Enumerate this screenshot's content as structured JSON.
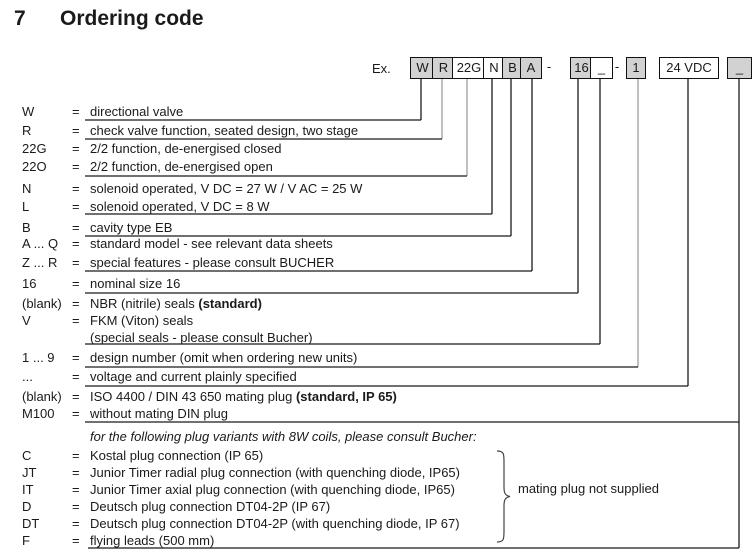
{
  "title": {
    "number": "7",
    "text": "Ordering code"
  },
  "example": {
    "label": "Ex.",
    "separator": "-",
    "boxes": [
      {
        "id": "w",
        "text": "W",
        "shaded": true
      },
      {
        "id": "r",
        "text": "R",
        "shaded": true
      },
      {
        "id": "22g",
        "text": "22G",
        "shaded": false
      },
      {
        "id": "n",
        "text": "N",
        "shaded": false
      },
      {
        "id": "b",
        "text": "B",
        "shaded": true
      },
      {
        "id": "a",
        "text": "A",
        "shaded": true
      },
      {
        "id": "16",
        "text": "16",
        "shaded": true
      },
      {
        "id": "seals-blank",
        "text": "_",
        "shaded": false
      },
      {
        "id": "1",
        "text": "1",
        "shaded": true
      },
      {
        "id": "24vdc",
        "text": "24 VDC",
        "shaded": false
      },
      {
        "id": "plug-blank",
        "text": "_",
        "shaded": true
      }
    ]
  },
  "eq": "=",
  "legend_rows": [
    {
      "code": "W",
      "desc": [
        {
          "t": "directional valve"
        }
      ]
    },
    {
      "code": "R",
      "desc": [
        {
          "t": "check valve function, seated design, two stage"
        }
      ]
    },
    {
      "code": "22G",
      "desc": [
        {
          "t": "2/2 function, de-energised closed"
        }
      ]
    },
    {
      "code": "22O",
      "desc": [
        {
          "t": "2/2 function, de-energised open"
        }
      ]
    },
    {
      "code": "N",
      "desc": [
        {
          "t": "solenoid operated, V DC = 27 W / V AC = 25 W"
        }
      ]
    },
    {
      "code": "L",
      "desc": [
        {
          "t": "solenoid operated, V DC = 8 W"
        }
      ]
    },
    {
      "code": "B",
      "desc": [
        {
          "t": "cavity type EB"
        }
      ]
    },
    {
      "code": "A ... Q",
      "desc": [
        {
          "t": "standard model - see relevant data sheets"
        }
      ]
    },
    {
      "code": "Z ... R",
      "desc": [
        {
          "t": "special features - please consult BUCHER"
        }
      ]
    },
    {
      "code": "16",
      "desc": [
        {
          "t": "nominal size 16"
        }
      ]
    },
    {
      "code": "(blank)",
      "desc": [
        {
          "t": "NBR (nitrile) seals "
        },
        {
          "t": "(standard)",
          "b": true
        }
      ]
    },
    {
      "code": "V",
      "desc": [
        {
          "t": "FKM (Viton) seals"
        }
      ]
    },
    {
      "code": null,
      "desc": [
        {
          "t": "(special seals - please consult Bucher)"
        }
      ]
    },
    {
      "code": "1 ... 9",
      "desc": [
        {
          "t": "design number (omit when ordering new units)"
        }
      ]
    },
    {
      "code": "...",
      "desc": [
        {
          "t": "voltage and current plainly specified"
        }
      ]
    },
    {
      "code": "(blank)",
      "desc": [
        {
          "t": "ISO 4400 / DIN 43 650 mating plug "
        },
        {
          "t": "(standard, IP 65)",
          "b": true
        }
      ]
    },
    {
      "code": "M100",
      "desc": [
        {
          "t": "without mating DIN plug"
        }
      ]
    }
  ],
  "plug_note": {
    "intro": "for the following plug variants with 8W coils, please consult Bucher:",
    "rows": [
      {
        "code": "C",
        "desc": [
          {
            "t": "Kostal plug connection (IP 65)"
          }
        ]
      },
      {
        "code": "JT",
        "desc": [
          {
            "t": "Junior Timer radial plug connection (with quenching diode, IP65)"
          }
        ]
      },
      {
        "code": "IT",
        "desc": [
          {
            "t": "Junior Timer axial plug connection (with quenching diode, IP65)"
          }
        ]
      },
      {
        "code": "D",
        "desc": [
          {
            "t": "Deutsch plug connection DT04-2P (IP 67)"
          }
        ]
      },
      {
        "code": "DT",
        "desc": [
          {
            "t": "Deutsch plug connection DT04-2P (with quenching diode, IP 67)"
          }
        ]
      },
      {
        "code": "F",
        "desc": [
          {
            "t": "flying leads (500 mm)"
          }
        ]
      }
    ],
    "brace_label": "mating plug not supplied"
  },
  "colors": {
    "background": "#ffffff",
    "text": "#1a1a1a",
    "box_border": "#111111",
    "box_shaded_bg": "#d2d2d2",
    "box_white_bg": "#ffffff",
    "connector": "#1a1a1a",
    "connector_gray": "#9e9e9e",
    "brace": "#444444"
  }
}
